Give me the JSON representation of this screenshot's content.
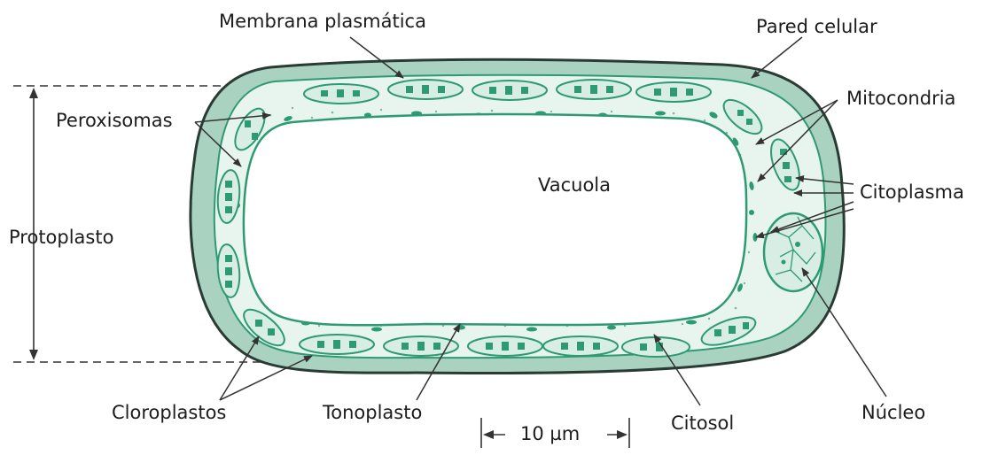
{
  "labels": {
    "membrana_plasmatica": "Membrana plasmática",
    "pared_celular": "Pared celular",
    "mitocondria": "Mitocondria",
    "peroxisomas": "Peroxisomas",
    "vacuola": "Vacuola",
    "citoplasma": "Citoplasma",
    "protoplasto": "Protoplasto",
    "cloroplastos": "Cloroplastos",
    "tonoplasto": "Tonoplasto",
    "citosol": "Citosol",
    "nucleo": "Núcleo",
    "escala": "10 µm"
  },
  "colors": {
    "cell_wall": "#a9d2c0",
    "wall_outline": "#2a3a35",
    "cytoplasm": "#e8f4ee",
    "organelle": "#2d9a73",
    "organelle_fill": "#d8eee4",
    "vacuole": "#ffffff",
    "leader_line": "#333333"
  }
}
